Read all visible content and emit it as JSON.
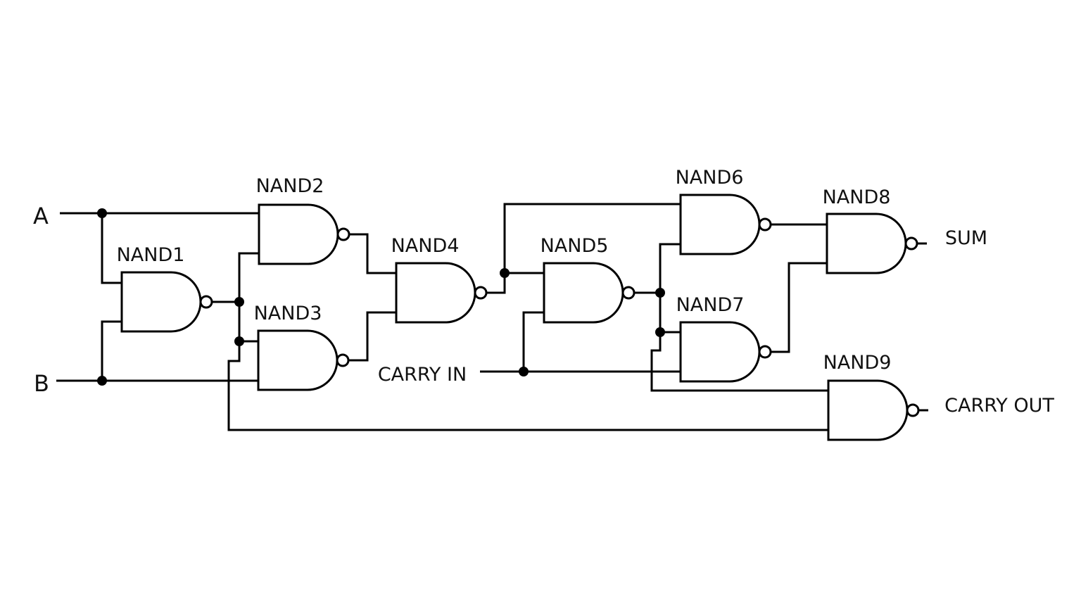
{
  "diagram_type": "nand-gate-full-adder-schematic",
  "colors": {
    "background": "#ffffff",
    "line": "#000000",
    "text": "#111111"
  },
  "signals": {
    "input_a": "A",
    "input_b": "B",
    "carry_in": "CARRY IN",
    "sum": "SUM",
    "carry_out": "CARRY OUT"
  },
  "gates": [
    {
      "id": "nand1",
      "label": "NAND1",
      "inputs": [
        "A",
        "B"
      ],
      "output_to": [
        "NAND2",
        "NAND3",
        "NAND9"
      ]
    },
    {
      "id": "nand2",
      "label": "NAND2",
      "inputs": [
        "A",
        "NAND1"
      ],
      "output_to": [
        "NAND4"
      ]
    },
    {
      "id": "nand3",
      "label": "NAND3",
      "inputs": [
        "NAND1",
        "B"
      ],
      "output_to": [
        "NAND4"
      ]
    },
    {
      "id": "nand4",
      "label": "NAND4",
      "inputs": [
        "NAND2",
        "NAND3"
      ],
      "output_to": [
        "NAND5",
        "NAND6"
      ]
    },
    {
      "id": "nand5",
      "label": "NAND5",
      "inputs": [
        "NAND4",
        "CARRY IN"
      ],
      "output_to": [
        "NAND6",
        "NAND7",
        "NAND9"
      ]
    },
    {
      "id": "nand6",
      "label": "NAND6",
      "inputs": [
        "NAND4",
        "NAND5"
      ],
      "output_to": [
        "NAND8"
      ]
    },
    {
      "id": "nand7",
      "label": "NAND7",
      "inputs": [
        "NAND5",
        "CARRY IN"
      ],
      "output_to": [
        "NAND8"
      ]
    },
    {
      "id": "nand8",
      "label": "NAND8",
      "inputs": [
        "NAND6",
        "NAND7"
      ],
      "output_to": [
        "SUM"
      ]
    },
    {
      "id": "nand9",
      "label": "NAND9",
      "inputs": [
        "NAND5",
        "NAND1"
      ],
      "output_to": [
        "CARRY OUT"
      ]
    }
  ]
}
